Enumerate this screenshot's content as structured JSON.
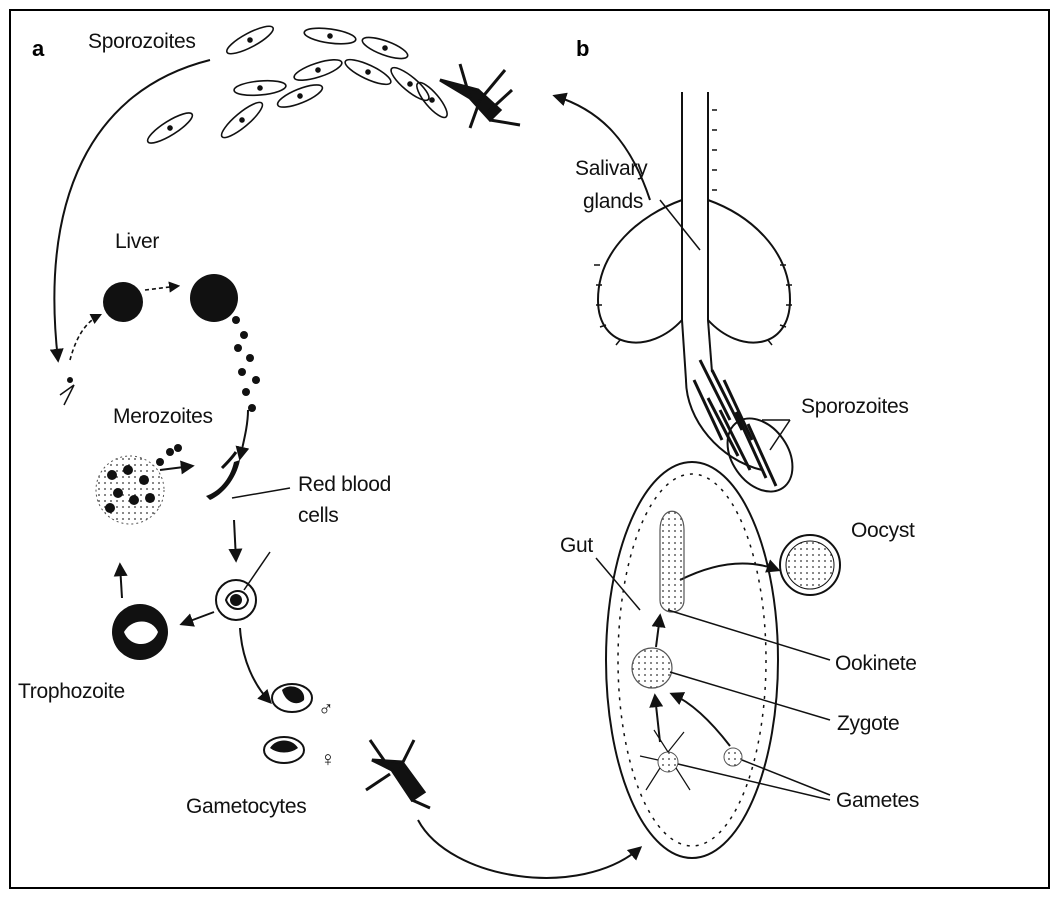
{
  "panels": {
    "a": "a",
    "b": "b"
  },
  "labels": {
    "sporozoites_top": "Sporozoites",
    "liver": "Liver",
    "merozoites": "Merozoites",
    "red_blood_cells_line1": "Red blood",
    "red_blood_cells_line2": "cells",
    "trophozoite": "Trophozoite",
    "gametocytes": "Gametocytes",
    "salivary_glands_line1": "Salivary",
    "salivary_glands_line2": "glands",
    "sporozoites_mosquito": "Sporozoites",
    "gut": "Gut",
    "oocyst": "Oocyst",
    "ookinete": "Ookinete",
    "zygote": "Zygote",
    "gametes": "Gametes",
    "male_symbol": "♂",
    "female_symbol": "♀"
  },
  "colors": {
    "ink": "#111111",
    "frame": "#000000",
    "background": "#ffffff"
  }
}
